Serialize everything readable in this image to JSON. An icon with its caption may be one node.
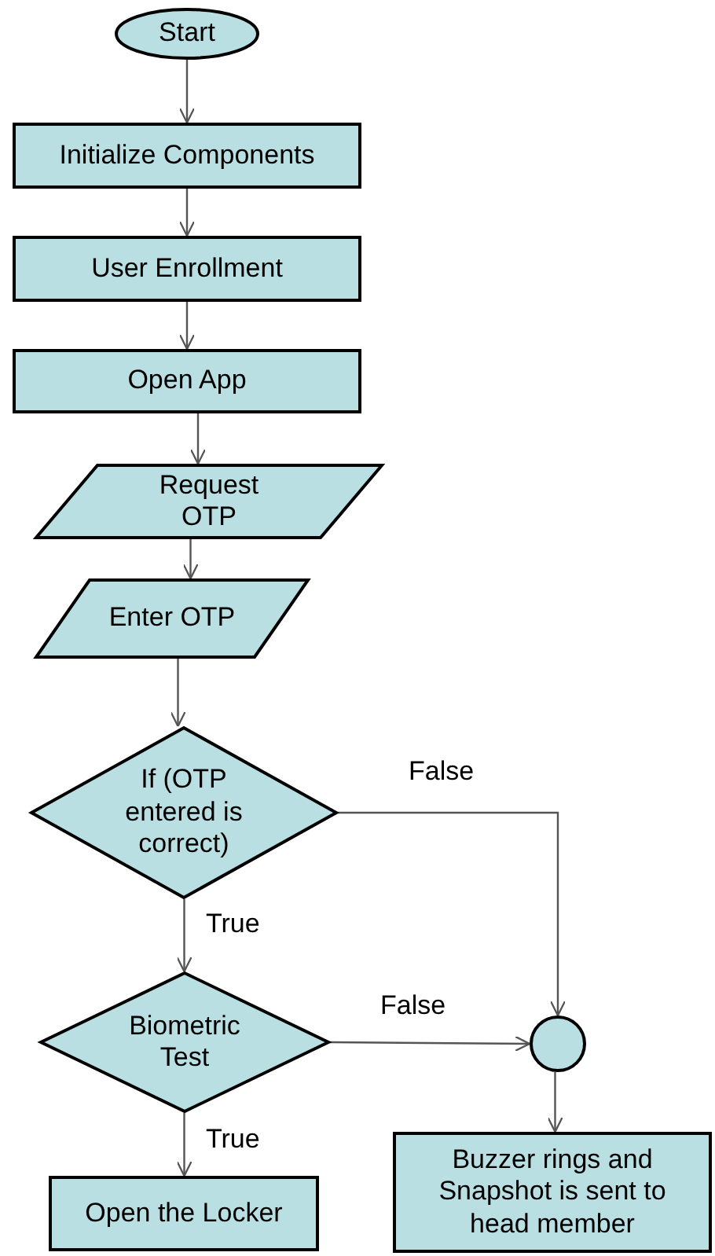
{
  "diagram": {
    "nodes": [
      {
        "text": [
          "Start"
        ]
      },
      {
        "text": [
          "Initialize Components"
        ]
      },
      {
        "text": [
          "User Enrollment"
        ]
      },
      {
        "text": [
          "Open App"
        ]
      },
      {
        "text": [
          "Request OTP"
        ]
      },
      {
        "text": [
          "Enter OTP"
        ]
      },
      {
        "text": [
          "If (OTP entered is correct)"
        ]
      },
      {
        "text": [
          "Biometric Test"
        ]
      },
      {
        "text": [],
        "shape": "circle"
      },
      {
        "text": [
          "Open the Locker"
        ]
      },
      {
        "text": [
          "Buzzer rings and Snapshot is sent to head member"
        ]
      }
    ],
    "edges": [
      {
        "from": 0,
        "to": 1,
        "arrow": "to"
      },
      {
        "from": 1,
        "to": 2,
        "arrow": "to"
      },
      {
        "from": 2,
        "to": 3,
        "arrow": "to"
      },
      {
        "from": 3,
        "to": 4,
        "arrow": "to"
      },
      {
        "from": 4,
        "to": 5,
        "arrow": "to"
      },
      {
        "from": 5,
        "to": 6,
        "arrow": "to"
      },
      {
        "from": 6,
        "to": 8,
        "label": "False",
        "arrow": "to"
      },
      {
        "from": 6,
        "to": 7,
        "label": "True",
        "arrow": "to"
      },
      {
        "from": 7,
        "to": 8,
        "label": "False",
        "arrow": "to"
      },
      {
        "from": 7,
        "to": 9,
        "label": "True",
        "arrow": "to"
      },
      {
        "from": 8,
        "to": 10,
        "arrow": "to"
      }
    ]
  }
}
